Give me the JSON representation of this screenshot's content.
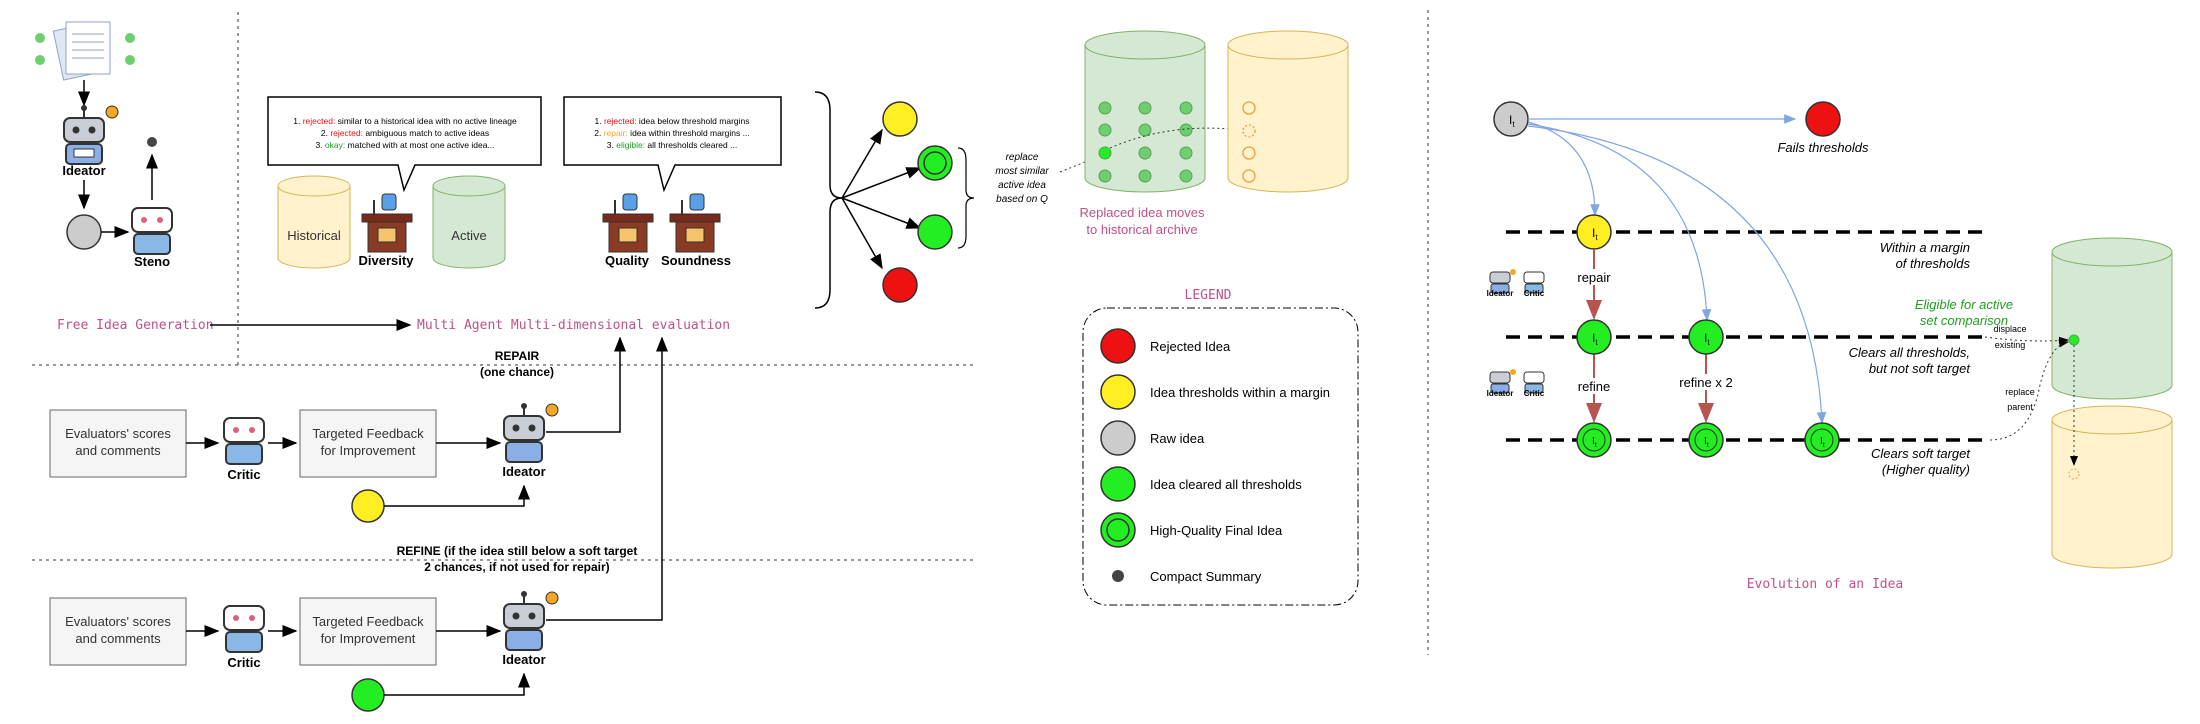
{
  "left_panel": {
    "ideator_label": "Ideator",
    "steno_label": "Steno",
    "free_generation_label": "Free Idea Generation",
    "multi_agent_label": "Multi Agent Multi-dimensional evaluation",
    "bubble_diversity": {
      "line1_prefix": "1. ",
      "line1_tag": "rejected:",
      "line1_text": " similar to a historical idea with no active lineage",
      "line2_prefix": "2. ",
      "line2_tag": "rejected:",
      "line2_text": " ambiguous match to active ideas",
      "line3_prefix": "3. ",
      "line3_tag": "okay:",
      "line3_text": " matched with at most one active idea..."
    },
    "bubble_quality": {
      "line1_prefix": "1. ",
      "line1_tag": "rejected:",
      "line1_text": " idea below threshold margins",
      "line2_prefix": "2. ",
      "line2_tag": "repair:",
      "line2_text": " idea within threshold margins ...",
      "line3_prefix": "3. ",
      "line3_tag": "eligible:",
      "line3_text": " all thresholds cleared ..."
    },
    "historical_label": "Historical",
    "active_label": "Active",
    "diversity_label": "Diversity",
    "quality_label": "Quality",
    "soundness_label": "Soundness",
    "replace_note": [
      "replace",
      "most similar",
      "active idea",
      "based on Q"
    ],
    "archive_caption": [
      "Replaced idea moves",
      "to historical archive"
    ],
    "repair_title": [
      "REPAIR",
      "(one chance)"
    ],
    "refine_title": [
      "REFINE (if the idea still below a soft target",
      "2 chances, if not used for repair)"
    ],
    "eval_box": [
      "Evaluators' scores",
      "and comments"
    ],
    "feedback_box": [
      "Targeted Feedback",
      "for Improvement"
    ],
    "critic_label": "Critic"
  },
  "legend": {
    "title": "LEGEND",
    "items": [
      {
        "label": "Rejected Idea",
        "color": "#ee1111"
      },
      {
        "label": "Idea thresholds within a margin",
        "color": "#ffee22"
      },
      {
        "label": "Raw idea",
        "color": "#cccccc"
      },
      {
        "label": "Idea cleared all thresholds",
        "color": "#22ee22"
      },
      {
        "label": "High-Quality Final Idea",
        "color": "#22ee22"
      },
      {
        "label": "Compact Summary",
        "color": "#444444"
      }
    ]
  },
  "right_panel": {
    "node_label": "I",
    "node_sub": "t",
    "fails_label": "Fails thresholds",
    "margin_label": [
      "Within a margin",
      "of thresholds"
    ],
    "eligible_label": [
      "Eligible for active",
      "set comparison"
    ],
    "clears_label": [
      "Clears all thresholds,",
      "but not soft target"
    ],
    "soft_label": [
      "Clears soft target",
      "(Higher quality)"
    ],
    "repair_label": "repair",
    "refine_label": "refine",
    "refine2_label": "refine x 2",
    "ideator_small": "Ideator",
    "critic_small": "Critic",
    "displace_note": [
      "displace",
      "existing"
    ],
    "replace_note": [
      "replace",
      "parent"
    ],
    "caption": "Evolution of an Idea"
  },
  "colors": {
    "accent_pink": "#c0508a",
    "rejected_red": "#ee1111",
    "margin_yellow": "#ffee22",
    "cleared_green": "#22ee22",
    "raw_gray": "#cccccc",
    "eligible_text": "#1fa01f",
    "cyl_green": "#d5e8d4",
    "cyl_yellow": "#fff2cc",
    "arrow_red": "#b85450",
    "arrow_blue": "#7ea6e0"
  }
}
